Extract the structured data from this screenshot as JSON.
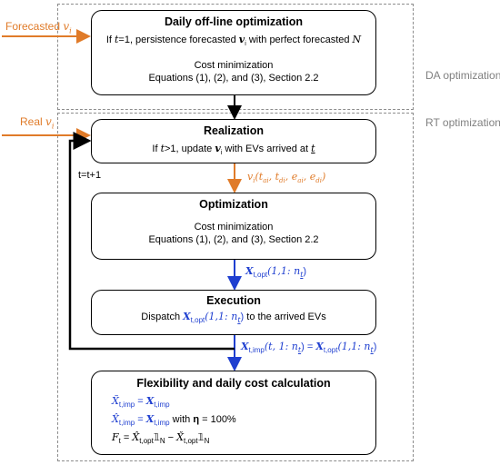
{
  "colors": {
    "accent_orange": "#e07b29",
    "accent_blue": "#1f3fd0",
    "region_gray": "#8c8c8c"
  },
  "regions": {
    "da": {
      "label": "DA optimization"
    },
    "rt": {
      "label": "RT optimization"
    }
  },
  "inputs": {
    "forecasted": {
      "text": "Forecasted",
      "symbol": "v",
      "subscript": "i"
    },
    "real": {
      "text": "Real",
      "symbol": "v",
      "subscript": "i"
    }
  },
  "boxes": {
    "daily": {
      "title": "Daily off-line optimization",
      "line1_a": "If ",
      "line1_t": "t",
      "line1_b": "=1, persistence forecasted ",
      "line1_v": "v",
      "line1_c": "i",
      "line1_d": " with perfect forecasted ",
      "line1_n": "N",
      "line2": "Cost minimization",
      "line3": "Equations (1), (2), and (3), Section 2.2"
    },
    "realization": {
      "title": "Realization",
      "line1_a": "If ",
      "line1_t": "t",
      "line1_b": ">1, update ",
      "line1_v": "v",
      "line1_c": "i",
      "line1_d": " with EVs arrived at ",
      "line1_t2": "t"
    },
    "optimization": {
      "title": "Optimization",
      "line1": "Cost minimization",
      "line2": "Equations (1), (2), and (3), Section 2.2"
    },
    "execution": {
      "title": "Execution",
      "line1_a": "Dispatch ",
      "line1_x": "X",
      "line1_sub": "t,opt",
      "line1_args": "(1,1: n",
      "line1_argsub": "t",
      "line1_close": ")",
      "line1_b": " to the arrived EVs"
    },
    "flexibility": {
      "title": "Flexibility and daily cost calculation",
      "eq1_lhs": "X̃",
      "eq1_lhs_sub": "t,imp",
      "eq1_eq": " = ",
      "eq1_rhs": "X",
      "eq1_rhs_sub": "t,imp",
      "eq2_lhs": "X̂",
      "eq2_lhs_sub": "t,imp",
      "eq2_eq": " = ",
      "eq2_rhs": "X",
      "eq2_rhs_sub": "t,imp",
      "eq2_suffix_a": " with ",
      "eq2_eta": "η",
      "eq2_suffix_b": " = 100%",
      "eq3": "F",
      "eq3_sub": "t",
      "eq3_eq": " = ",
      "eq3_term1": "X̂",
      "eq3_term1_sub": "t,opt",
      "eq3_ind": "𝟙",
      "eq3_ind_sub": "N",
      "eq3_minus": " − ",
      "eq3_term2": "X̌",
      "eq3_term2_sub": "t,opt",
      "eq3_ind2": "𝟙",
      "eq3_ind2_sub": "N"
    }
  },
  "flow_labels": {
    "loop": "t=t+1",
    "vi_tuple": {
      "v": "v",
      "v_sub": "i",
      "args": "(t",
      "a1": "ai",
      "c1": ", t",
      "a2": "di",
      "c2": ", e",
      "a3": "ai",
      "c3": ", e",
      "a4": "di",
      "close": ")"
    },
    "xopt": {
      "x": "X",
      "sub": "t,opt",
      "args": "(1,1: n",
      "argsub": "t",
      "close": ")"
    },
    "ximp": {
      "x": "X",
      "sub": "t,imp",
      "args": "(t, 1: n",
      "argsub": "t",
      "mid": ") = ",
      "x2": "X",
      "sub2": "t,opt",
      "args2": "(1,1: n",
      "argsub2": "t",
      "close": ")"
    }
  }
}
